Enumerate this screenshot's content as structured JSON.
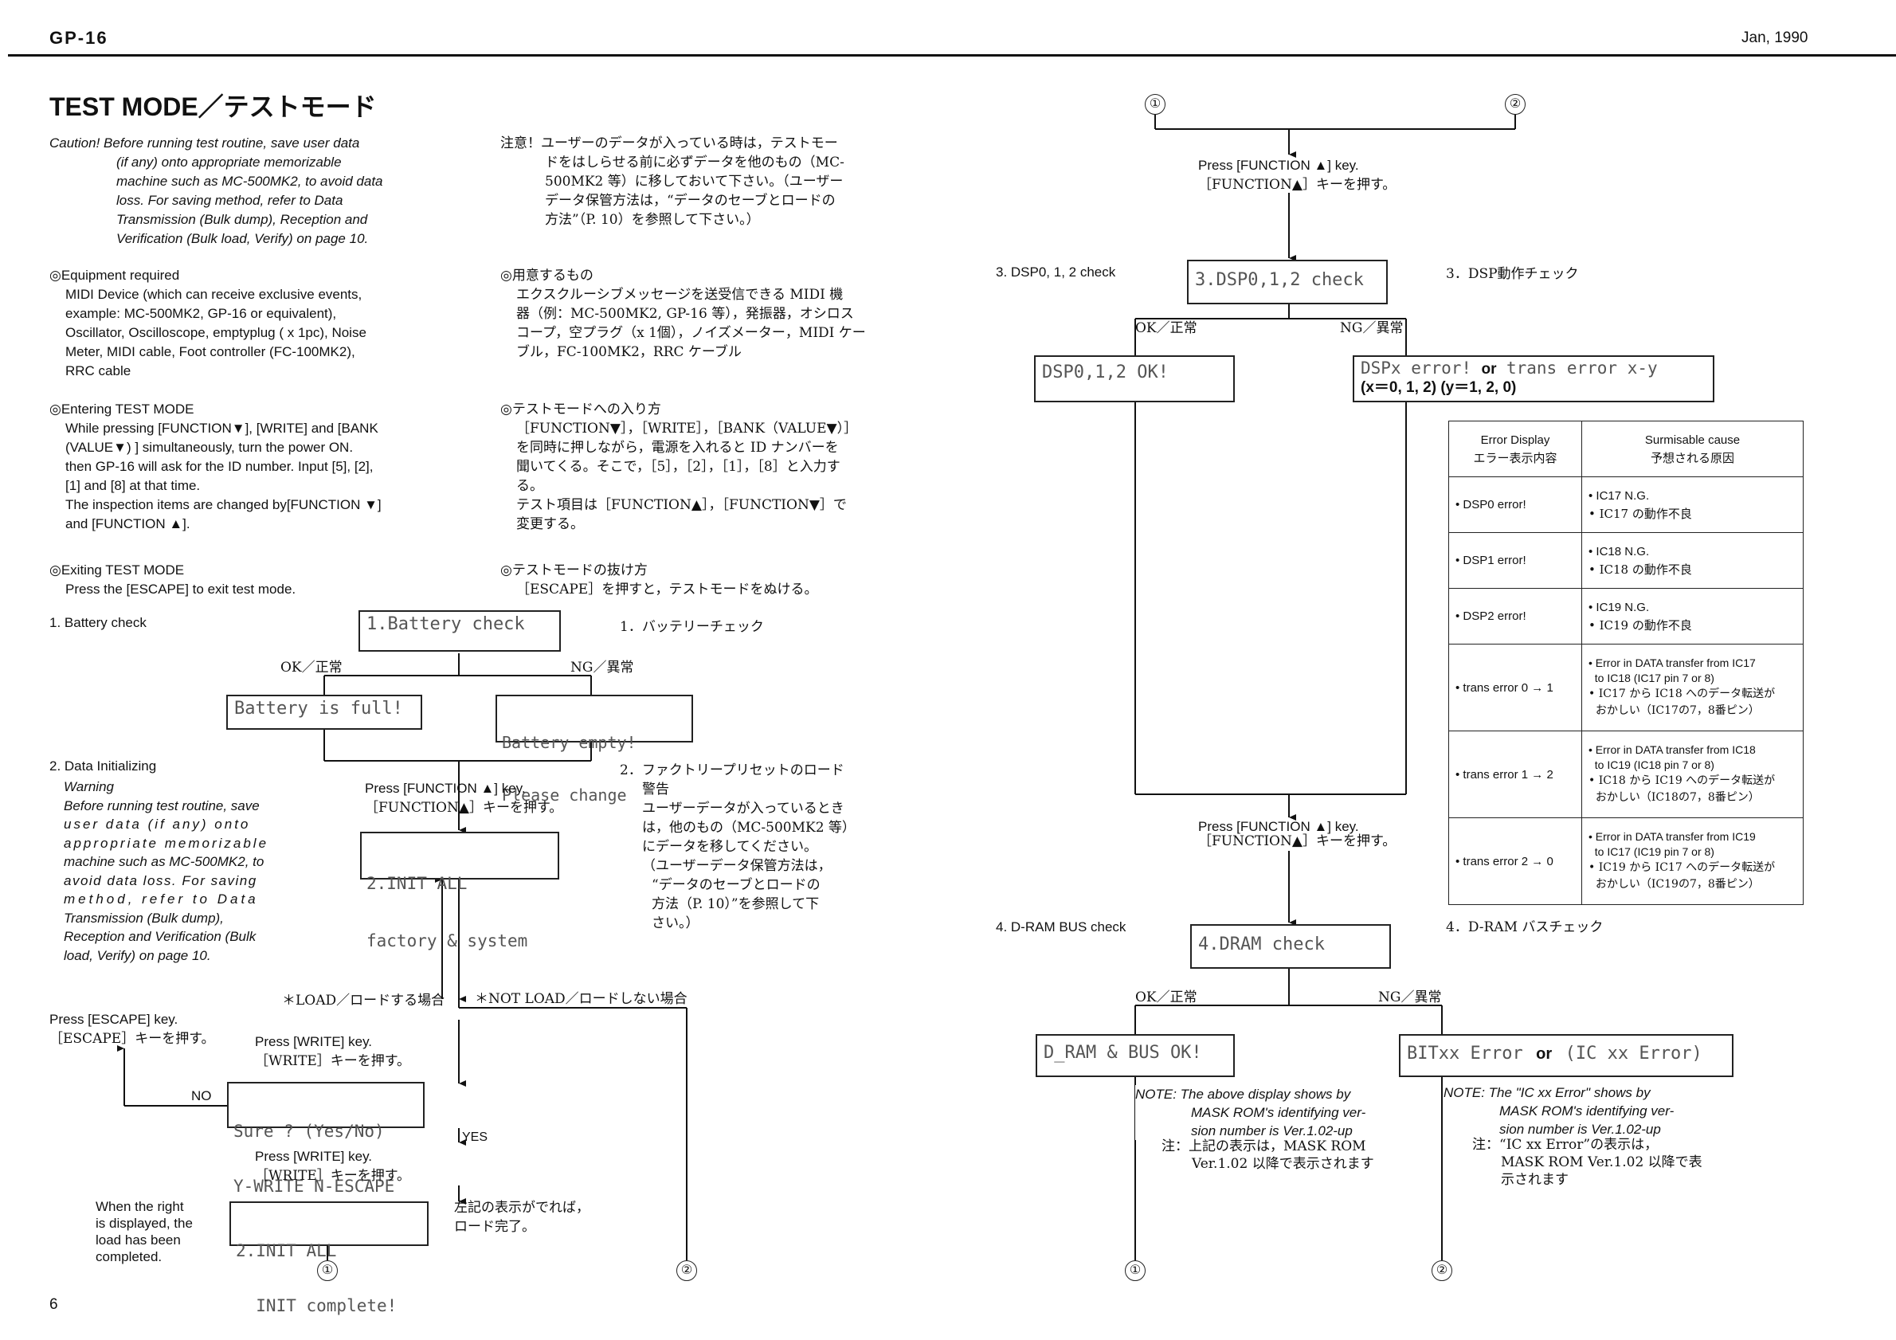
{
  "header": {
    "model": "GP-16",
    "date": "Jan, 1990",
    "page_number": "6"
  },
  "title": "TEST MODE／テストモード",
  "caution": {
    "en": [
      "Caution! Before running test routine, save user data",
      "(if any) onto appropriate memorizable",
      "machine such as MC-500MK2, to avoid data",
      "loss. For saving method, refer to Data",
      "Transmission (Bulk dump), Reception and",
      "Verification (Bulk load, Verify) on page 10."
    ],
    "jp": [
      "注意！ユーザーのデータが入っている時は，テストモー",
      "ドをはしらせる前に必ずデータを他のもの（MC-",
      "500MK2 等）に移しておいて下さい。（ユーザー",
      "データ保管方法は，“データのセーブとロードの",
      "方法”（P. 10）を参照して下さい。）"
    ]
  },
  "equipment": {
    "heading": "◎Equipment required",
    "en": [
      "MIDI Device (which can receive exclusive events,",
      "example: MC-500MK2, GP-16 or equivalent),",
      "Oscillator, Oscilloscope, emptyplug ( x 1pc), Noise",
      "Meter, MIDI cable, Foot controller (FC-100MK2),",
      "RRC cable"
    ],
    "jp_heading": "◎用意するもの",
    "jp": [
      "エクスクルーシブメッセージを送受信できる MIDI 機",
      "器（例：MC-500MK2, GP-16 等），発振器，オシロス",
      "コープ，空プラグ（x 1個），ノイズメーター，MIDI ケー",
      "ブル，FC-100MK2，RRC ケーブル"
    ]
  },
  "entering": {
    "heading": "◎Entering TEST MODE",
    "en": [
      "While pressing [FUNCTION▼], [WRITE] and [BANK",
      "(VALUE▼) ] simultaneously, turn the power ON.",
      "then GP-16 will ask for the ID number. Input [5], [2],",
      "[1] and [8] at that time.",
      "The inspection items are changed by[FUNCTION ▼]",
      "and [FUNCTION ▲]."
    ],
    "jp_heading": "◎テストモードへの入り方",
    "jp": [
      "［FUNCTION▼］，［WRITE］，［BANK（VALUE▼）］",
      "を同時に押しながら，電源を入れると ID ナンバーを",
      "聞いてくる。そこで，［5］，［2］，［1］，［8］と入力す",
      "る。",
      "テスト項目は［FUNCTION▲］，［FUNCTION▼］で",
      "変更する。"
    ]
  },
  "exiting": {
    "heading": "◎Exiting TEST MODE",
    "en": "Press the [ESCAPE] to exit test mode.",
    "jp_heading": "◎テストモードの抜け方",
    "jp": "［ESCAPE］を押すと，テストモードをぬける。"
  },
  "battery": {
    "label": "1. Battery check",
    "jp": "1．バッテリーチェック",
    "lcd": "1.Battery check",
    "ok": "OK／正常",
    "ng": "NG／異常",
    "ok_lcd": "Battery is full!",
    "ng_lcd": [
      "Battery empty!",
      "Please change"
    ]
  },
  "init": {
    "label": "2. Data Initializing",
    "warning": "Warning",
    "warning_text": [
      "Before running test routine, save",
      "user data (if any) onto",
      "appropriate memorizable",
      "machine such as MC-500MK2, to",
      "avoid data loss. For saving",
      "method, refer to Data",
      "Transmission (Bulk dump),",
      "Reception and Verification (Bulk",
      "load, Verify) on page 10."
    ],
    "jp_title": [
      "2．ファクトリープリセットのロード",
      "警告"
    ],
    "jp_text": [
      "ユーザーデータが入っているとき",
      "は，他のもの（MC-500MK2 等）",
      "にデータを移してください。",
      "（ユーザーデータ保管方法は，",
      "“データのセーブとロードの",
      "方法（P. 10）”を参照して下",
      "さい。）"
    ],
    "press_function": "Press [FUNCTION ▲] key.",
    "press_function_jp": "［FUNCTION▲］キーを押す。",
    "lcd": [
      "2.INIT ALL",
      "factory & system"
    ],
    "load": "＊LOAD／ロードする場合",
    "not_load": "＊NOT LOAD／ロードしない場合",
    "press_escape": "Press [ESCAPE] key.",
    "press_escape_jp": "［ESCAPE］キーを押す。",
    "press_write": "Press [WRITE] key.",
    "press_write_jp": "［WRITE］キーを押す。",
    "no": "NO",
    "yes": "YES",
    "sure_lcd": [
      "Sure ? (Yes/No)",
      "Y-WRITE N-ESCAPE"
    ],
    "complete_lcd": [
      "2.INIT ALL",
      "  INIT complete!"
    ],
    "complete_en": [
      "When the right",
      "is displayed, the",
      "load has been",
      "completed."
    ],
    "complete_jp": [
      "左記の表示がでれば，",
      "ロード完了。"
    ],
    "circle1": "①",
    "circle2": "②"
  },
  "dsp": {
    "circle1": "①",
    "circle2": "②",
    "press_function": "Press [FUNCTION ▲] key.",
    "press_function_jp": "［FUNCTION▲］キーを押す。",
    "label": "3. DSP0, 1, 2 check",
    "jp": "3．DSP動作チェック",
    "lcd": "3.DSP0,1,2 check",
    "ok": "OK／正常",
    "ng": "NG／異常",
    "ok_lcd": "DSP0,1,2 OK!",
    "ng_lcd": "DSPx error!",
    "ng_or": "or",
    "ng_lcd2": "trans error x-y",
    "ng_vars": "(x＝0, 1, 2) (y＝1, 2, 0)"
  },
  "error_table": {
    "header_display": [
      "Error Display",
      "エラー表示内容"
    ],
    "header_cause": [
      "Surmisable cause",
      "予想される原因"
    ],
    "rows": [
      {
        "display": "• DSP0 error!",
        "cause": [
          "• IC17 N.G.",
          "• IC17 の動作不良"
        ]
      },
      {
        "display": "• DSP1 error!",
        "cause": [
          "• IC18 N.G.",
          "• IC18 の動作不良"
        ]
      },
      {
        "display": "• DSP2 error!",
        "cause": [
          "• IC19 N.G.",
          "• IC19 の動作不良"
        ]
      },
      {
        "display": "• trans error 0 → 1",
        "cause": [
          "• Error in DATA transfer from IC17",
          "  to IC18 (IC17 pin 7 or 8)",
          "• IC17 から IC18 へのデータ転送が",
          "  おかしい（IC17の7，8番ピン）"
        ]
      },
      {
        "display": "• trans error 1 → 2",
        "cause": [
          "• Error in DATA transfer from IC18",
          "  to IC19 (IC18 pin 7 or 8)",
          "• IC18 から IC19 へのデータ転送が",
          "  おかしい（IC18の7，8番ピン）"
        ]
      },
      {
        "display": "• trans error 2 → 0",
        "cause": [
          "• Error in DATA transfer from IC19",
          "  to IC17 (IC19 pin 7 or 8)",
          "• IC19 から IC17 へのデータ転送が",
          "  おかしい（IC19の7，8番ピン）"
        ]
      }
    ]
  },
  "dram": {
    "press_function": "Press [FUNCTION ▲] key.",
    "press_function_jp": "［FUNCTION▲］キーを押す。",
    "label": "4. D-RAM BUS check",
    "jp": "4．D-RAM バスチェック",
    "lcd": "4.DRAM check",
    "ok": "OK／正常",
    "ng": "NG／異常",
    "ok_lcd": "D_RAM & BUS OK!",
    "ng_lcd": "BITxx Error",
    "ng_or": "or",
    "ng_lcd2": "(IC xx Error)",
    "note_left": [
      "NOTE: The above display shows by",
      "MASK ROM's identifying ver-",
      "sion number is Ver.1.02-up"
    ],
    "note_left_jp": [
      "注：上記の表示は，MASK ROM",
      "Ver.1.02 以降で表示されます"
    ],
    "note_right": [
      "NOTE: The \"IC xx Error\" shows by",
      "MASK ROM's identifying ver-",
      "sion number is Ver.1.02-up"
    ],
    "note_right_jp": [
      "注：“IC xx Error”の表示は，",
      "MASK ROM Ver.1.02 以降で表",
      "示されます"
    ],
    "circle1": "①",
    "circle2": "②"
  }
}
